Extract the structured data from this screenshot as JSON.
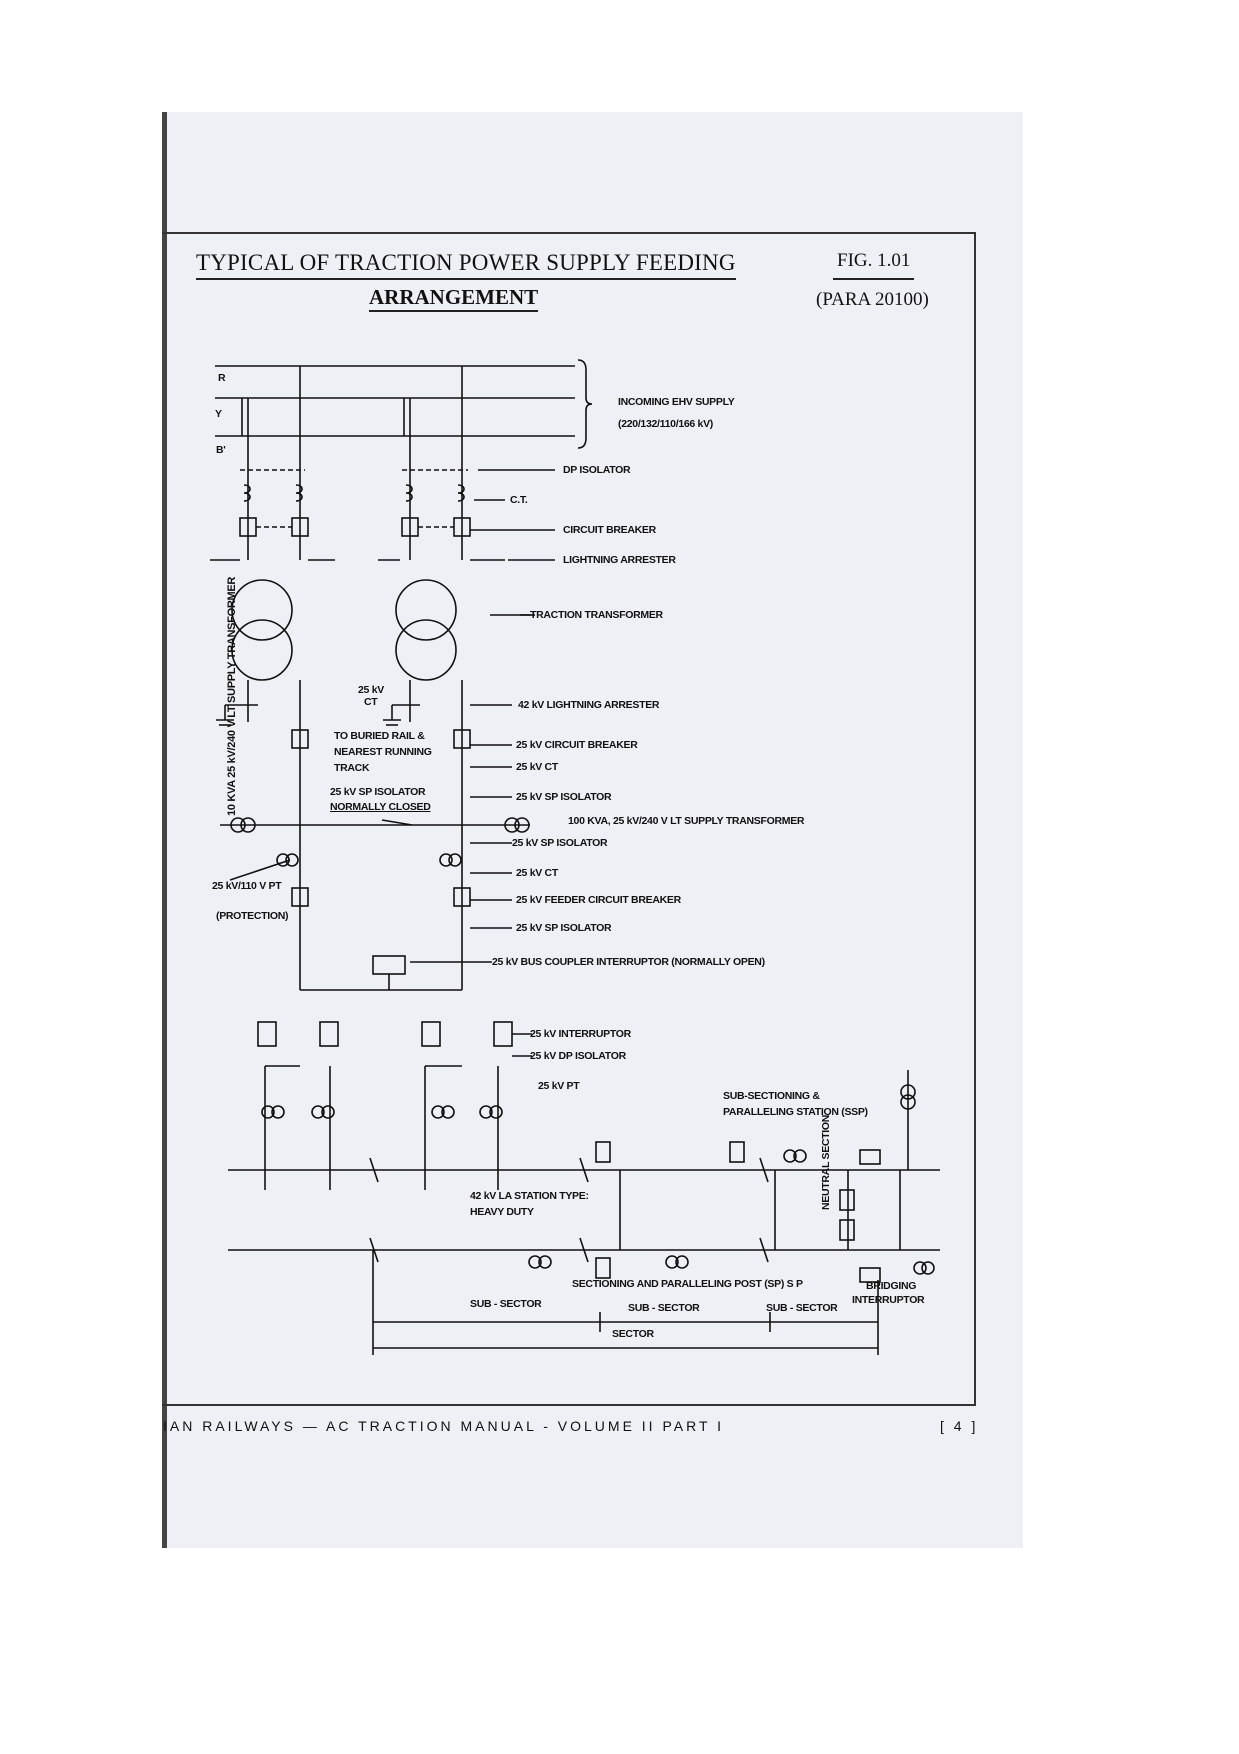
{
  "header": {
    "title_line1": "TYPICAL OF TRACTION POWER SUPPLY FEEDING",
    "title_line2": "ARRANGEMENT",
    "fig_no": "FIG. 1.01",
    "para_ref": "(PARA 20100)"
  },
  "phases": [
    "R",
    "Y",
    "B'"
  ],
  "labels": {
    "incoming_1": "INCOMING EHV SUPPLY",
    "incoming_2": "(220/132/110/166 kV)",
    "dp_isolator": "DP ISOLATOR",
    "ct": "C.T.",
    "circuit_breaker": "CIRCUIT BREAKER",
    "lightning_arrester": "LIGHTNING ARRESTER",
    "traction_transformer": "TRACTION TRANSFORMER",
    "ct_25kv_1": "25 kV",
    "ct_25kv_2": "CT",
    "la_42kv": "42 kV LIGHTNING ARRESTER",
    "buried_rail_1": "TO BURIED RAIL &",
    "buried_rail_2": "NEAREST RUNNING",
    "buried_rail_3": "TRACK",
    "cb_25kv": "25 kV CIRCUIT BREAKER",
    "ct_25kv": "25 kV CT",
    "sp_iso_nc_1": "25 kV SP ISOLATOR",
    "sp_iso_nc_2": "NORMALLY CLOSED",
    "sp_iso_1": "25 kV SP ISOLATOR",
    "lt_supply_tx": "100 KVA, 25 kV/240 V LT SUPPLY TRANSFORMER",
    "sp_iso_2": "25 kV SP ISOLATOR",
    "ct_25kv_b": "25 kV CT",
    "pt_110": "25 kV/110 V PT",
    "feeder_cb": "25 kV FEEDER CIRCUIT BREAKER",
    "protection": "(PROTECTION)",
    "sp_iso_3": "25 kV SP ISOLATOR",
    "bus_coupler": "25 kV BUS COUPLER INTERRUPTOR (NORMALLY OPEN)",
    "interruptor": "25 kV INTERRUPTOR",
    "dp_iso_25": "25 kV DP ISOLATOR",
    "pt_25": "25 kV PT",
    "ssp_1": "SUB-SECTIONING &",
    "ssp_2": "PARALLELING STATION (SSP)",
    "la_station_1": "42 kV LA STATION TYPE:",
    "la_station_2": "HEAVY DUTY",
    "neutral_section": "NEUTRAL SECTION",
    "sp_post": "SECTIONING AND PARALLELING POST (SP) S P",
    "bridging_1": "BRIDGING",
    "bridging_2": "INTERRUPTOR",
    "sub_sector_1": "SUB - SECTOR",
    "sub_sector_2": "SUB - SECTOR",
    "sub_sector_3": "SUB - SECTOR",
    "sector": "SECTOR",
    "aux_tx": "10 KVA 25 kV/240 V LT SUPPLY TRANSFORMER"
  },
  "footer": {
    "left": "IAN RAILWAYS — AC TRACTION MANUAL - VOLUME II PART I",
    "right": "[ 4 ]"
  }
}
